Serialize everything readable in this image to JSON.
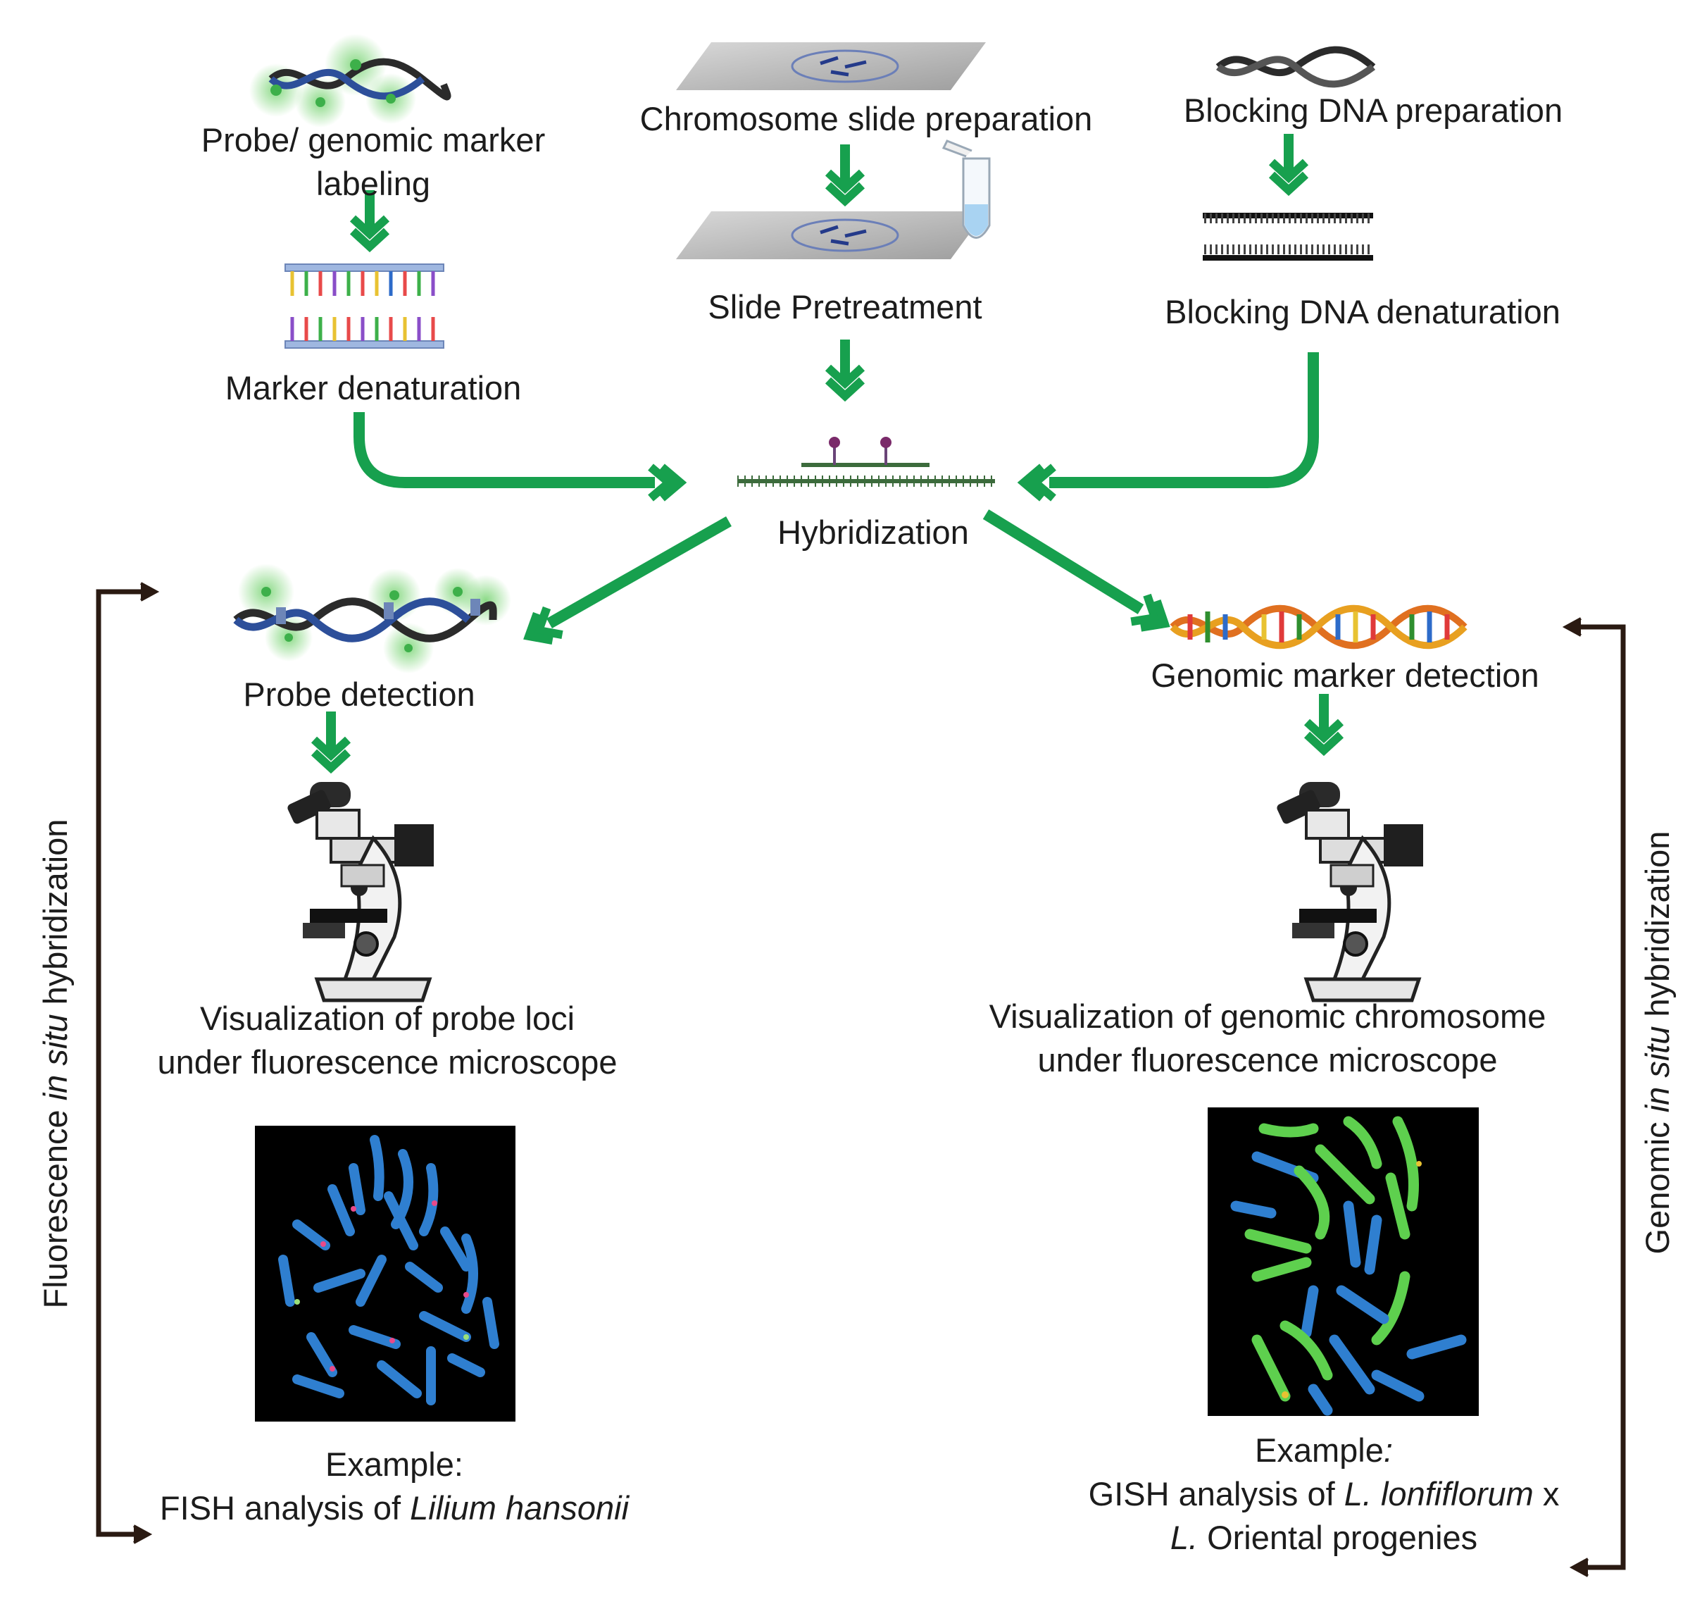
{
  "steps": {
    "probe_labeling": {
      "line1": "Probe/ genomic marker",
      "line2": "labeling"
    },
    "slide_prep": "Chromosome slide preparation",
    "blocking_prep": "Blocking DNA preparation",
    "slide_pretreatment": "Slide Pretreatment",
    "blocking_denaturation": "Blocking DNA denaturation",
    "marker_denaturation": "Marker denaturation",
    "hybridization": "Hybridization",
    "probe_detection": "Probe detection",
    "genomic_detection": "Genomic marker detection"
  },
  "left_branch": {
    "visualization_line1": "Visualization of probe loci",
    "visualization_line2": "under fluorescence microscope",
    "example_label": "Example:",
    "example_prefix": "FISH analysis of ",
    "example_species": "Lilium hansonii",
    "side_label_pre": "Fluorescence ",
    "side_label_italic": "in situ",
    "side_label_post": " hybridization"
  },
  "right_branch": {
    "visualization_line1": "Visualization of genomic chromosome",
    "visualization_line2": "under fluorescence microscope",
    "example_label": "Example",
    "example_colon": ":",
    "example_prefix": "GISH analysis of ",
    "example_species1": "L. lonfiflorum",
    "example_x": " x",
    "example_species2": "L.",
    "example_suffix": " Oriental progenies",
    "side_label_pre": "Genomic ",
    "side_label_italic": "in situ",
    "side_label_post": " hybridization"
  },
  "colors": {
    "flow_arrow": "#17a04e",
    "bracket": "#2a1a12",
    "dna_dark": "#2b2b2b",
    "dna_blue": "#2d4f9a",
    "probe_green": "#3db04a",
    "chromosome_blue": "#2f7fd0",
    "chromosome_green": "#5ed04e",
    "slide_gray": "#bdbdbd"
  },
  "icons": {
    "labeled_dna": "labeled-dna-icon",
    "slide": "chromosome-slide-icon",
    "tube": "microtube-icon",
    "dna_helix": "dna-helix-icon",
    "microscope": "microscope-icon"
  }
}
